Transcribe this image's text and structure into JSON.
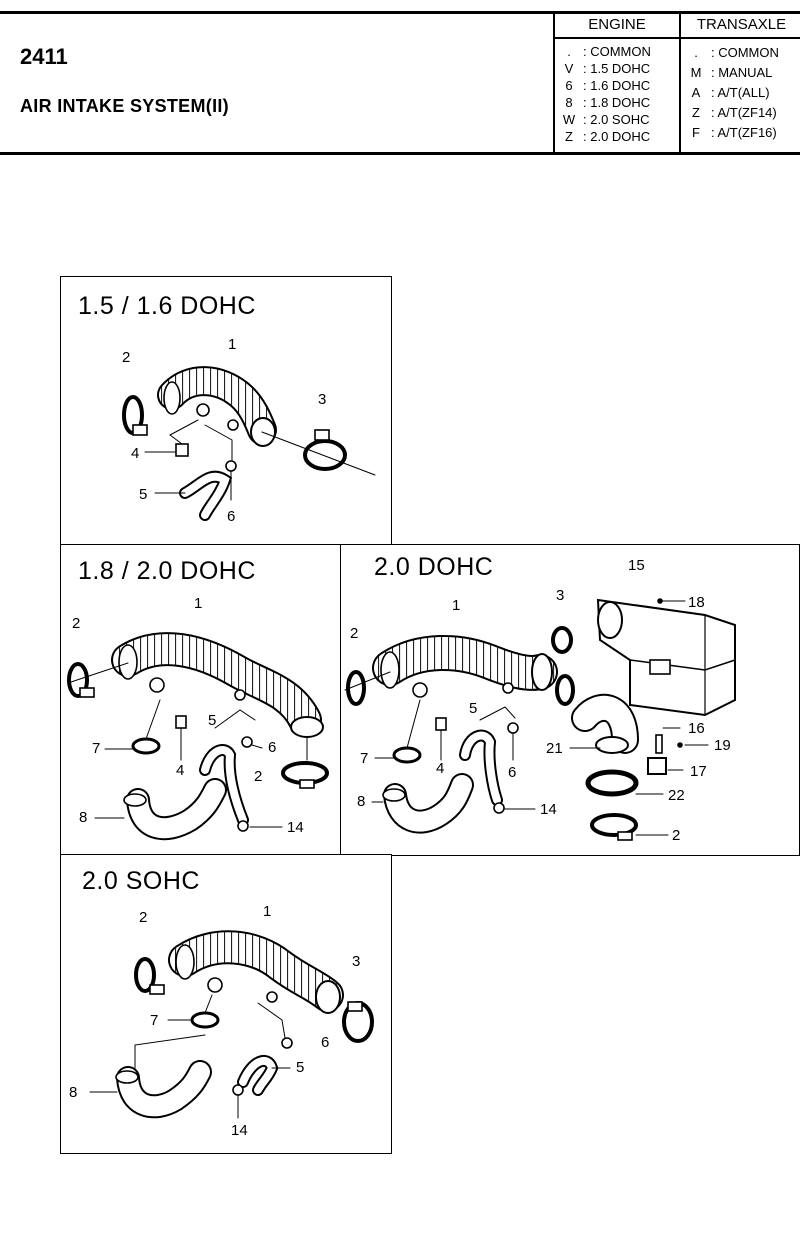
{
  "header": {
    "code": "2411",
    "title": "AIR INTAKE SYSTEM(II)"
  },
  "engine_table": {
    "heading": "ENGINE",
    "rows": [
      {
        "key": ".",
        "value": ": COMMON"
      },
      {
        "key": "V",
        "value": ": 1.5 DOHC"
      },
      {
        "key": "6",
        "value": ": 1.6 DOHC"
      },
      {
        "key": "8",
        "value": ": 1.8 DOHC"
      },
      {
        "key": "W",
        "value": ": 2.0 SOHC"
      },
      {
        "key": "Z",
        "value": ": 2.0 DOHC"
      }
    ]
  },
  "transaxle_table": {
    "heading": "TRANSAXLE",
    "rows": [
      {
        "key": ".",
        "value": ": COMMON"
      },
      {
        "key": "M",
        "value": ": MANUAL"
      },
      {
        "key": "A",
        "value": ": A/T(ALL)"
      },
      {
        "key": "Z",
        "value": ": A/T(ZF14)"
      },
      {
        "key": "F",
        "value": ": A/T(ZF16)"
      }
    ]
  },
  "panels": {
    "p1": {
      "title": "1.5 / 1.6 DOHC"
    },
    "p2": {
      "title": "1.8 / 2.0 DOHC"
    },
    "p3": {
      "title": "2.0 DOHC"
    },
    "p4": {
      "title": "2.0 SOHC"
    }
  },
  "part_labels": {
    "p1": [
      "1",
      "2",
      "3",
      "4",
      "5",
      "6"
    ],
    "p2": [
      "1",
      "2",
      "4",
      "5",
      "6",
      "7",
      "8",
      "2",
      "14"
    ],
    "p3": [
      "1",
      "2",
      "3",
      "4",
      "5",
      "6",
      "7",
      "8",
      "14",
      "15",
      "16",
      "17",
      "18",
      "19",
      "21",
      "22",
      "2"
    ],
    "p4": [
      "1",
      "2",
      "3",
      "5",
      "6",
      "7",
      "8",
      "14"
    ]
  }
}
